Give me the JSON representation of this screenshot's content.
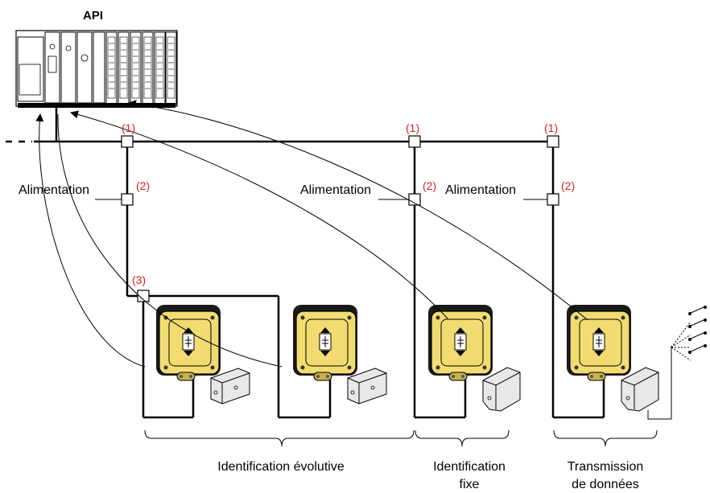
{
  "plc": {
    "title": "API"
  },
  "labels": {
    "marker_1": "(1)",
    "marker_2": "(2)",
    "marker_3": "(3)",
    "power": "Alimentation"
  },
  "groups": {
    "evolutive": "Identification évolutive",
    "fixed_line1": "Identification",
    "fixed_line2": "fixe",
    "transmission_line1": "Transmission",
    "transmission_line2": "de données"
  },
  "colors": {
    "station_yellow": "#f2dc72",
    "station_dark": "#1a1a1a",
    "marker_red": "#e02020",
    "tag_grey": "#e8e8e8"
  }
}
